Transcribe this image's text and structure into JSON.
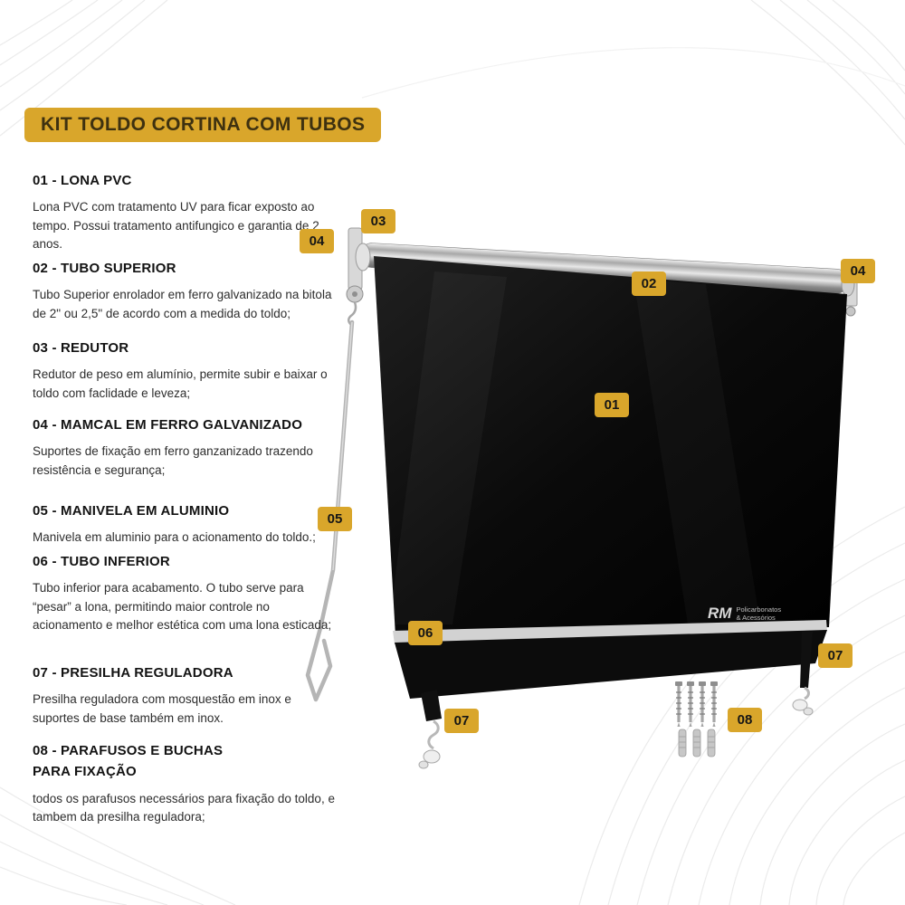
{
  "title": "KIT TOLDO CORTINA COM TUBOS",
  "sections": [
    {
      "heading": "01 - LONA PVC",
      "body": "Lona PVC com tratamento UV para ficar exposto ao tempo. Possui tratamento antifungico e garantia de 2 anos."
    },
    {
      "heading": "02 - TUBO SUPERIOR",
      "body": "Tubo Superior enrolador em ferro galvanizado na bitola de 2\" ou 2,5\" de acordo com a medida do toldo;"
    },
    {
      "heading": "03 - REDUTOR",
      "body": "Redutor de peso em alumínio, permite subir e baixar o toldo com faclidade e leveza;"
    },
    {
      "heading": "04 - MAMCAL  EM FERRO GALVANIZADO",
      "body": "Suportes de fixação em ferro ganzanizado trazendo resistência e segurança;"
    },
    {
      "heading": "05 - MANIVELA EM ALUMINIO",
      "body": "Manivela em aluminio para o acionamento do toldo.;"
    },
    {
      "heading": "06 - TUBO INFERIOR",
      "body": "Tubo inferior para acabamento. O tubo serve para “pesar” a lona, permitindo maior controle no acionamento e melhor estética com uma lona esticada;"
    },
    {
      "heading": "07 - PRESILHA REGULADORA",
      "body": "Presilha reguladora com mosquestão em inox e suportes de base também em inox."
    },
    {
      "heading": "08 - PARAFUSOS E BUCHAS\nPARA FIXAÇÃO",
      "body": "todos os parafusos necessários para fixação do toldo, e tambem da presilha reguladora;"
    }
  ],
  "badges": [
    {
      "label": "03"
    },
    {
      "label": "04"
    },
    {
      "label": "02"
    },
    {
      "label": "04"
    },
    {
      "label": "01"
    },
    {
      "label": "05"
    },
    {
      "label": "06"
    },
    {
      "label": "07"
    },
    {
      "label": "07"
    },
    {
      "label": "08"
    }
  ],
  "watermark": {
    "initials": "RM",
    "line1": "Policarbonatos",
    "line2": "& Acessórios"
  },
  "colors": {
    "accent": "#D9A62B",
    "badge_text": "#161616",
    "heading_text": "#131313",
    "body_text": "#2d2d2d",
    "lona_black": "#050505",
    "background": "#ffffff"
  }
}
